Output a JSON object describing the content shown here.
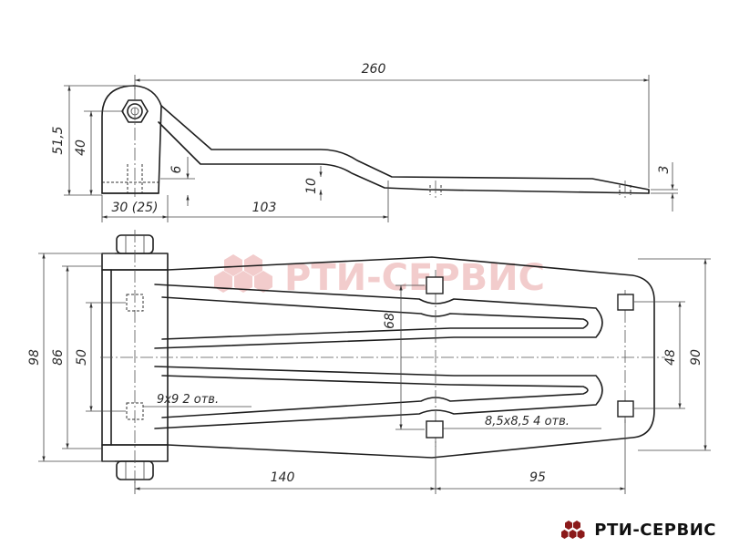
{
  "drawing": {
    "dimensions": {
      "total_length": "260",
      "height_outer": "51,5",
      "height_inner": "40",
      "plate_thickness": "3",
      "bend_offset": "6",
      "drop": "10",
      "knuckle_width": "30 (25)",
      "arm_length": "103",
      "leaf_height_total": "98",
      "leaf_height_mid": "86",
      "hole_spacing_small": "50",
      "hole_spacing_big": "68",
      "hole_spacing_right": "48",
      "leaf_width_right": "90",
      "span_140": "140",
      "span_95": "95"
    },
    "notes": {
      "holes_9x9": "9x9  2 отв.",
      "holes_85": "8,5x8,5  4 отв."
    }
  },
  "watermark": {
    "text": "РТИ-СЕРВИС",
    "color": "#e7a7a7"
  },
  "brand": {
    "text": "РТИ-СЕРВИС",
    "color": "#8b1a1a"
  }
}
